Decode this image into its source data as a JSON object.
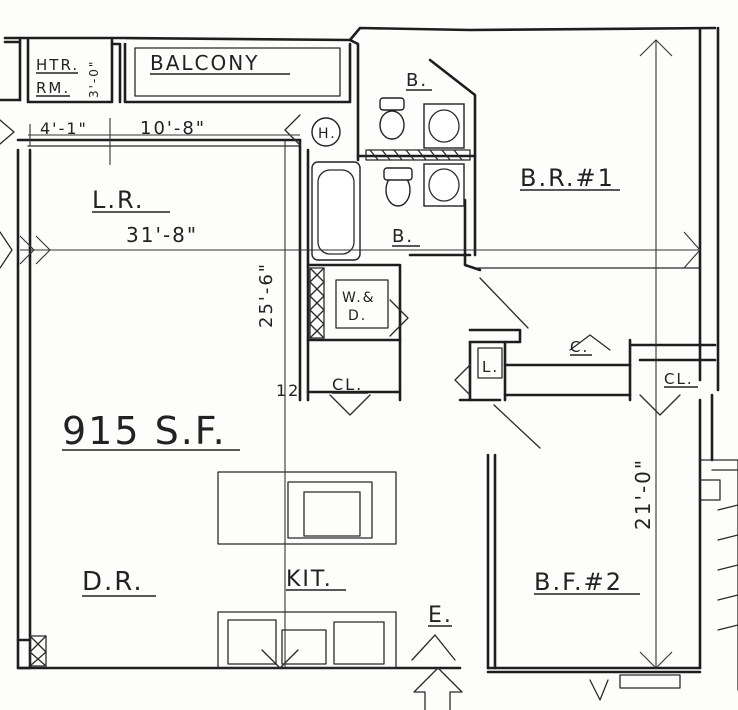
{
  "rooms": {
    "htr_top": "HTR.",
    "htr_bottom": "RM.",
    "htr_dim": "3'-0\"",
    "balcony": "BALCONY",
    "bath_top": "B.",
    "bath_mid": "B.",
    "heater": "H.",
    "bedroom1": "B.R.#1",
    "living": "L.R.",
    "washer_top": "W.&",
    "washer_bottom": "D.",
    "closet_hall": "CL.",
    "closet_c": "C.",
    "closet_l": "L.",
    "closet_right": "CL.",
    "dining": "D.R.",
    "kitchen": "KIT.",
    "entry": "E.",
    "bedroom2": "B.F.#2"
  },
  "dimensions": {
    "dim_4_1": "4'-1\"",
    "dim_10_8": "10'-8\"",
    "dim_31_8": "31'-8\"",
    "dim_25_6": "25'-6\"",
    "dim_21_0": "21'-0\"",
    "dim_12": "12"
  },
  "area": "915 S.F."
}
